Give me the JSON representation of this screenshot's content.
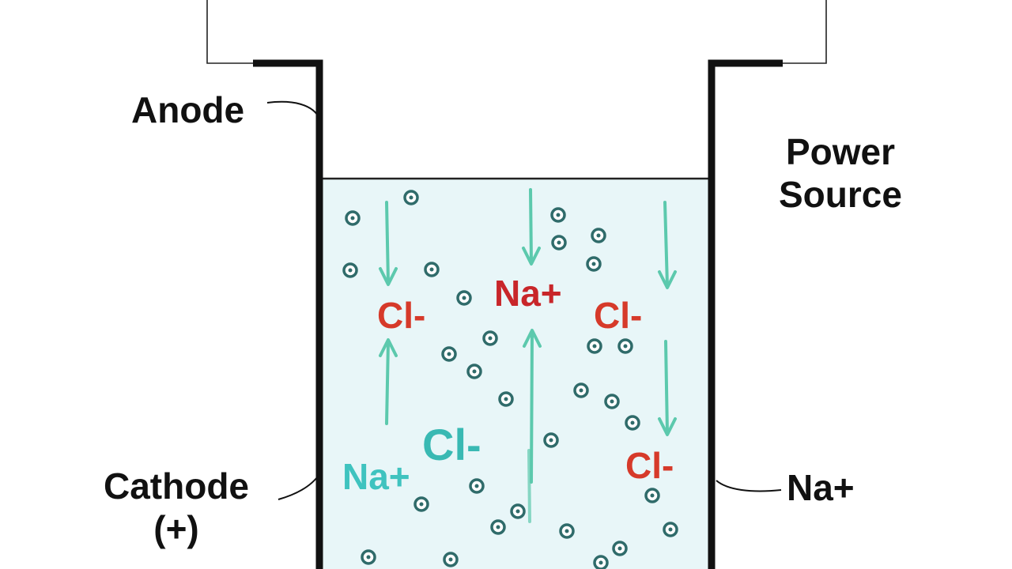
{
  "labels": {
    "anode": "Anode",
    "power_source_line1": "Power",
    "power_source_line2": "Source",
    "cathode_line1": "Cathode",
    "cathode_line2": "(+)",
    "na_right": "Na+"
  },
  "ions": [
    {
      "text": "Cl-",
      "color": "#d63a2a"
    },
    {
      "text": "Na+",
      "color": "#c8262a"
    },
    {
      "text": "Cl-",
      "color": "#d63a2a"
    },
    {
      "text": "Cl-",
      "color": "#39b9b3"
    },
    {
      "text": "Na+",
      "color": "#3fc3bf"
    },
    {
      "text": "Cl-",
      "color": "#d63a2a"
    }
  ],
  "colors": {
    "solution": "#e8f6f8",
    "arrow": "#5cc9ad",
    "particle": "#2f6b6a",
    "electrode": "#111111"
  }
}
